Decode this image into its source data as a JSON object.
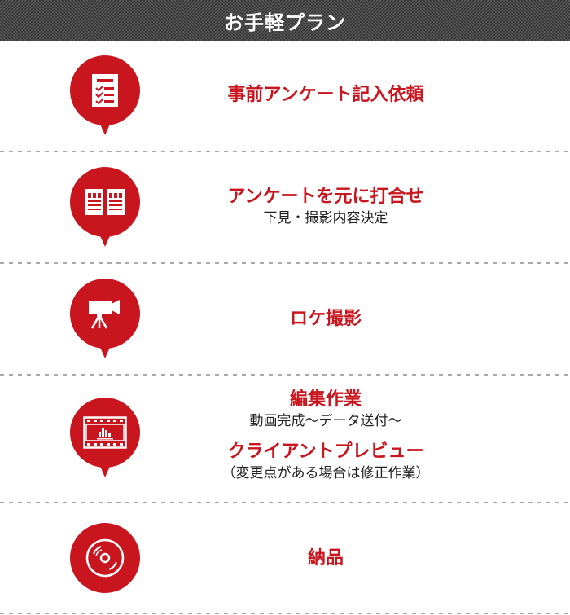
{
  "header": {
    "title": "お手軽プラン"
  },
  "colors": {
    "accent": "#c9151e",
    "header_bg": "#3a3a3a",
    "divider": "#aaaaaa"
  },
  "steps": [
    {
      "icon": "checklist-icon",
      "title": "事前アンケート記入依頼"
    },
    {
      "icon": "open-book-icon",
      "title": "アンケートを元に打合せ",
      "subtitle": "下見・撮影内容決定"
    },
    {
      "icon": "video-camera-icon",
      "title": "ロケ撮影"
    },
    {
      "icon": "film-chart-icon",
      "title": "編集作業",
      "subtitle": "動画完成～データ送付～",
      "title2": "クライアントプレビュー",
      "subtitle2": "（変更点がある場合は修正作業）"
    },
    {
      "icon": "disc-icon",
      "title": "納品"
    }
  ]
}
